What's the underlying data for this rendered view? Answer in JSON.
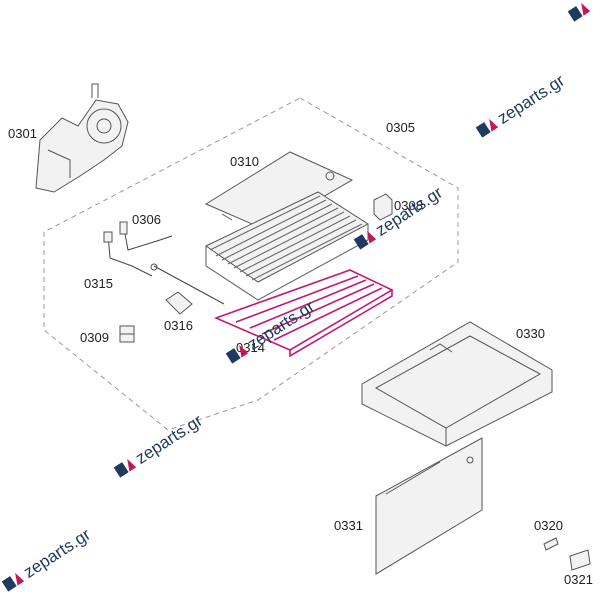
{
  "parts": [
    {
      "id": "0301",
      "label": "0301"
    },
    {
      "id": "0305",
      "label": "0305"
    },
    {
      "id": "0306",
      "label": "0306"
    },
    {
      "id": "0308",
      "label": "0308"
    },
    {
      "id": "0309",
      "label": "0309"
    },
    {
      "id": "0310",
      "label": "0310"
    },
    {
      "id": "0314",
      "label": "0314"
    },
    {
      "id": "0315",
      "label": "0315"
    },
    {
      "id": "0316",
      "label": "0316"
    },
    {
      "id": "0320",
      "label": "0320"
    },
    {
      "id": "0321",
      "label": "0321"
    },
    {
      "id": "0330",
      "label": "0330"
    },
    {
      "id": "0331",
      "label": "0331"
    }
  ],
  "watermark": {
    "text": "zeparts.gr",
    "icon": "zeparts-logo-icon",
    "color": "#1f3a5f",
    "accent": "#c2185b"
  },
  "colors": {
    "heater": "#c2187a",
    "line": "#555555"
  }
}
